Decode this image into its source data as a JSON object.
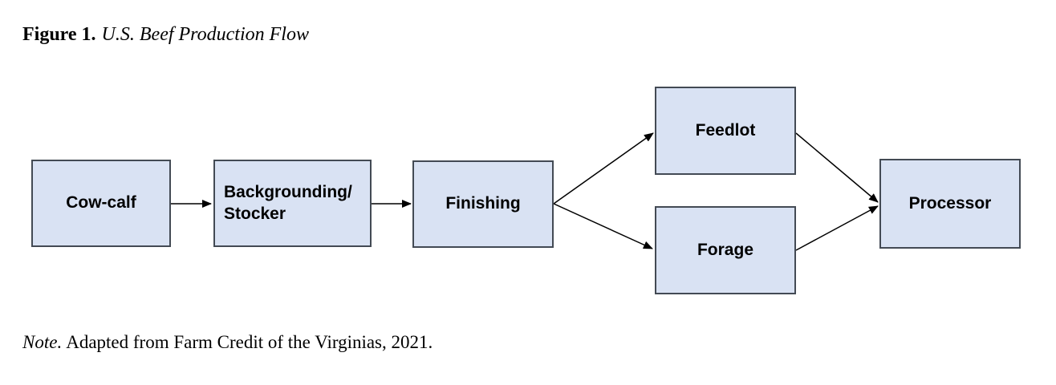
{
  "title": {
    "label": "Figure 1.",
    "caption": "U.S. Beef Production Flow"
  },
  "note": {
    "label": "Note.",
    "text": "Adapted from Farm Credit of the Virginias, 2021."
  },
  "nodes": [
    {
      "id": "cow-calf",
      "label": "Cow-calf"
    },
    {
      "id": "backgrounding-stocker",
      "label": "Backgrounding/\nStocker"
    },
    {
      "id": "finishing",
      "label": "Finishing"
    },
    {
      "id": "feedlot",
      "label": "Feedlot"
    },
    {
      "id": "forage",
      "label": "Forage"
    },
    {
      "id": "processor",
      "label": "Processor"
    }
  ],
  "edges": [
    {
      "from": "Cow-calf",
      "to": "Backgrounding/Stocker"
    },
    {
      "from": "Backgrounding/Stocker",
      "to": "Finishing"
    },
    {
      "from": "Finishing",
      "to": "Feedlot"
    },
    {
      "from": "Finishing",
      "to": "Forage"
    },
    {
      "from": "Feedlot",
      "to": "Processor"
    },
    {
      "from": "Forage",
      "to": "Processor"
    }
  ],
  "colors": {
    "node_fill": "#d9e2f3",
    "node_border": "#434a54",
    "arrow": "#000000",
    "text": "#000000"
  }
}
